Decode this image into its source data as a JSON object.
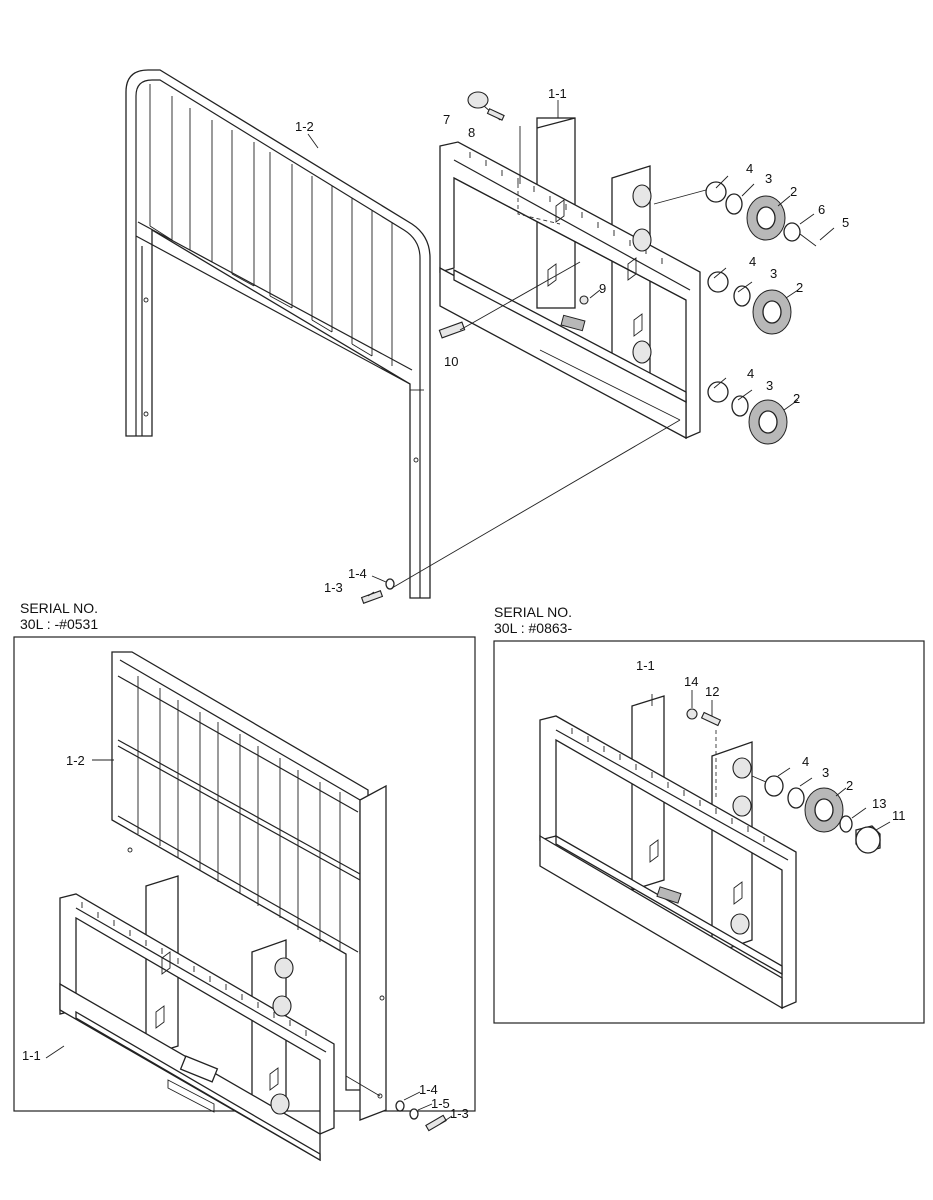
{
  "panels": {
    "left_serial": {
      "line1": "SERIAL NO.",
      "line2": "30L : -#0531"
    },
    "right_serial": {
      "line1": "SERIAL NO.",
      "line2": "30L : #0863-"
    }
  },
  "callouts": {
    "main": [
      "1-2",
      "1-1",
      "7",
      "8",
      "4",
      "3",
      "2",
      "6",
      "5",
      "4",
      "3",
      "2",
      "9",
      "10",
      "4",
      "3",
      "2",
      "1-4",
      "1-3"
    ],
    "left_inset": [
      "1-2",
      "1-1",
      "1-4",
      "1-5",
      "1-3"
    ],
    "right_inset": [
      "1-1",
      "14",
      "12",
      "4",
      "3",
      "2",
      "13",
      "11"
    ]
  }
}
